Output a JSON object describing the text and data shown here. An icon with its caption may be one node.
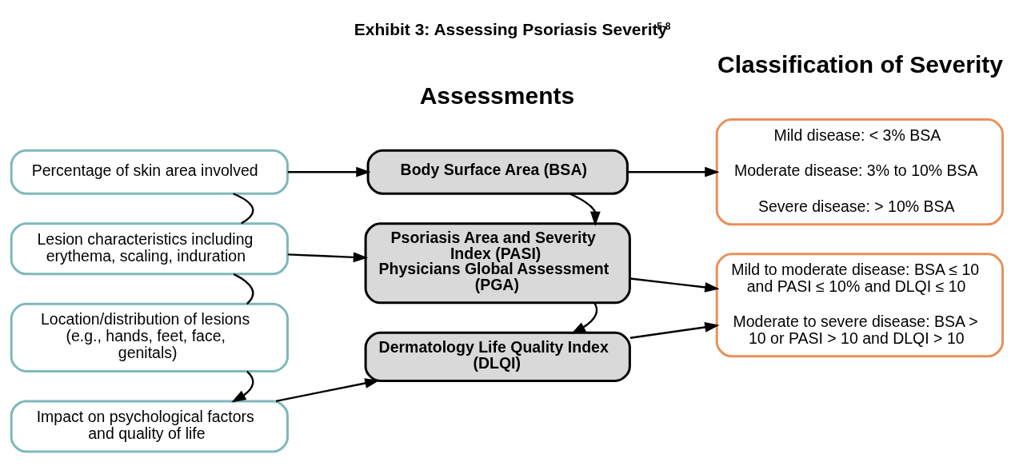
{
  "diagram": {
    "title": "Exhibit 3: Assessing Psoriasis Severity$^{5-8}$",
    "nodes": [
      {
        "text": [
          "Percentage of skin area involved"
        ]
      },
      {
        "text": [
          "Lesion characteristics including erythema, scaling, induration"
        ]
      },
      {
        "text": [
          "Location/distribution of lesions (e.g., hands, feet, face, genitals)"
        ]
      },
      {
        "text": [
          "Impact on psychological factors and quality of life"
        ]
      },
      {
        "text": [
          "Body Surface Area (BSA)"
        ]
      },
      {
        "text": [
          "Psoriasis Area and Severity Index (PASI)",
          "Physicians Global Assessment (PGA)"
        ]
      },
      {
        "text": [
          "Dermatology Life Quality Index (DLQI)"
        ]
      },
      {
        "text": [
          "Mild disease: < 3% BSA",
          "Moderate disease: 3% to 10% BSA",
          "Severe disease: > 10% BSA"
        ]
      },
      {
        "text": [
          "Mild to moderate disease: BSA ≤ 10 and PASI ≤ 10% and DLQI ≤ 10",
          "Moderate to severe disease: BSA > 10 or PASI > 10 and DLQI > 10"
        ]
      }
    ],
    "edges": [
      {
        "from": 0,
        "to": 1,
        "arrow": "none"
      },
      {
        "from": 1,
        "to": 2,
        "arrow": "none"
      },
      {
        "from": 2,
        "to": 3,
        "arrow": "to"
      },
      {
        "from": 0,
        "to": 4,
        "arrow": "to"
      },
      {
        "from": 1,
        "to": 5,
        "arrow": "to"
      },
      {
        "from": 3,
        "to": 6,
        "arrow": "to"
      },
      {
        "from": 4,
        "to": 7,
        "arrow": "to"
      },
      {
        "from": 4,
        "to": 5,
        "arrow": "to"
      },
      {
        "from": 5,
        "to": 6,
        "arrow": "to"
      },
      {
        "from": 5,
        "to": 8,
        "arrow": "to"
      },
      {
        "from": 6,
        "to": 8,
        "arrow": "to"
      }
    ],
    "labels": [
      "Assessments",
      "Classification of Severity"
    ]
  }
}
